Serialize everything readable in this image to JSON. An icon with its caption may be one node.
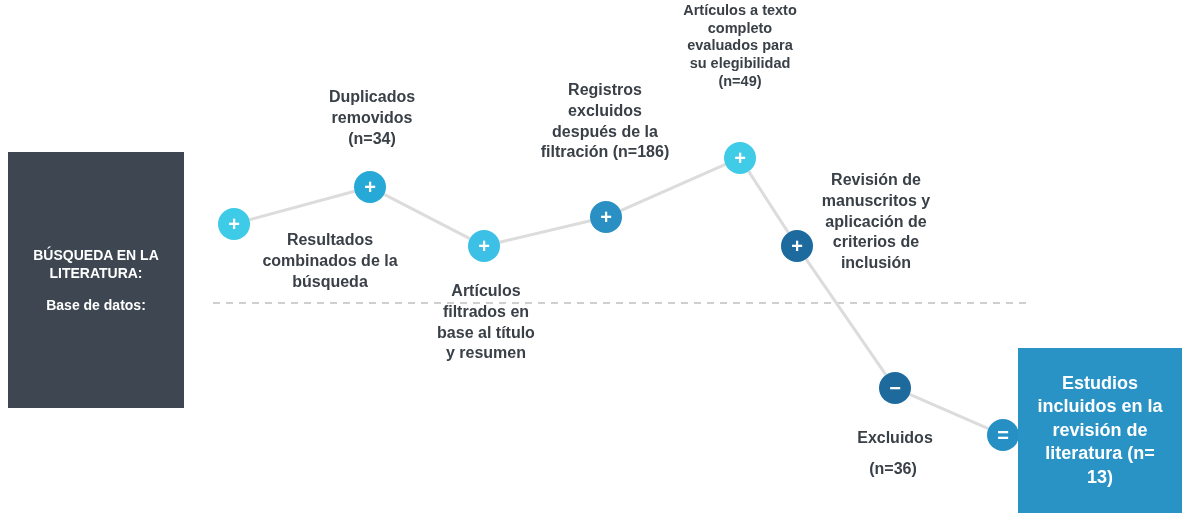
{
  "diagram": {
    "nodes": [
      {
        "text": [
          "BÚSQUEDA EN LA LITERATURA:",
          "Base de datos:"
        ]
      },
      {
        "text": [
          "+"
        ],
        "beside": [
          "Resultados combinados de la búsqueda"
        ]
      },
      {
        "text": [
          "+"
        ],
        "beside": [
          "Duplicados removidos (n=34)"
        ]
      },
      {
        "text": [
          "+"
        ],
        "beside": [
          "Artículos filtrados en base al título y resumen"
        ]
      },
      {
        "text": [
          "+"
        ],
        "beside": [
          "Registros excluidos después de la filtración (n=186)"
        ]
      },
      {
        "text": [
          "+"
        ],
        "beside": [
          "Artículos a texto completo evaluados para su elegibilidad (n=49)"
        ]
      },
      {
        "text": [
          "+"
        ],
        "beside": [
          "Revisión de manuscritos y aplicación de criterios de inclusión"
        ]
      },
      {
        "text": [
          "−"
        ],
        "beside": [
          "Excluidos",
          "(n=36)"
        ]
      },
      {
        "text": [
          "="
        ]
      },
      {
        "text": [
          "Estudios incluidos en la revisión de literatura (n= 13)"
        ]
      }
    ],
    "edges": [
      {
        "from": 1,
        "to": 2,
        "arrow": "none"
      },
      {
        "from": 2,
        "to": 3,
        "arrow": "none"
      },
      {
        "from": 3,
        "to": 4,
        "arrow": "none"
      },
      {
        "from": 4,
        "to": 5,
        "arrow": "none"
      },
      {
        "from": 5,
        "to": 6,
        "arrow": "none"
      },
      {
        "from": 6,
        "to": 7,
        "arrow": "none"
      },
      {
        "from": 7,
        "to": 8,
        "arrow": "none"
      }
    ]
  }
}
